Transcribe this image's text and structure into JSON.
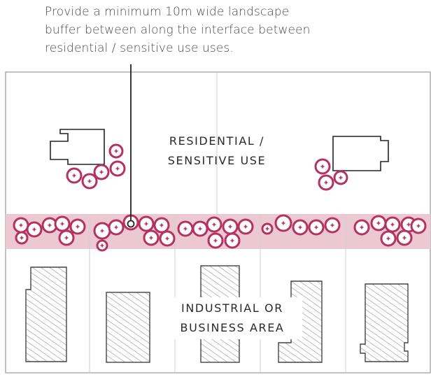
{
  "annotation": {
    "lines": [
      "Provide a minimum 10m wide landscape",
      "buffer between along the interface between",
      "residential / sensitive use uses."
    ]
  },
  "zones": {
    "residential": {
      "line1": "RESIDENTIAL /",
      "line2": "SENSITIVE USE"
    },
    "industrial": {
      "line1": "INDUSTRIAL OR",
      "line2": "BUSINESS AREA"
    }
  },
  "colors": {
    "buffer_band": "#ecc9d2",
    "tree_outline": "#b5325e",
    "outline": "#555555",
    "hatch": "#8a8a8a"
  },
  "icons": [
    "tree-icon",
    "house-outline-icon",
    "industrial-building-icon",
    "leader-dot-icon"
  ]
}
